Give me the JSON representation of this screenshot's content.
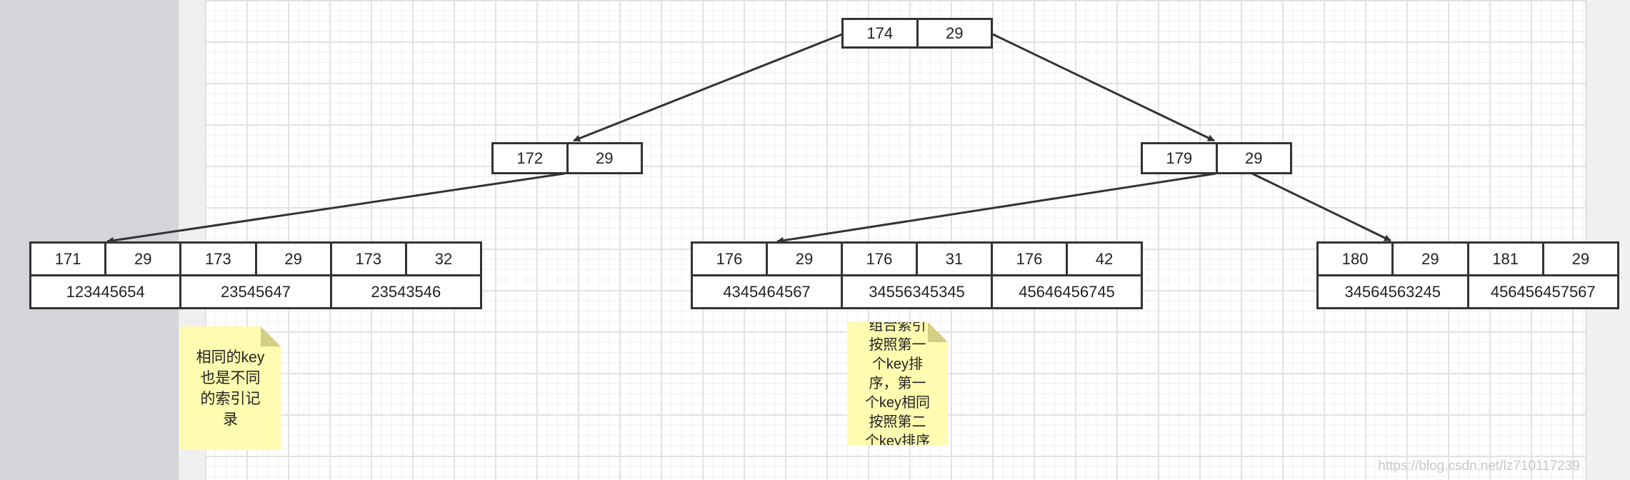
{
  "tree": {
    "root": {
      "keys": [
        "174",
        "29"
      ]
    },
    "mid_left": {
      "keys": [
        "172",
        "29"
      ]
    },
    "mid_right": {
      "keys": [
        "179",
        "29"
      ]
    },
    "leaf_left": {
      "keys": [
        "171",
        "29",
        "173",
        "29",
        "173",
        "32"
      ],
      "records": [
        "123445654",
        "23545647",
        "23543546"
      ]
    },
    "leaf_middle": {
      "keys": [
        "176",
        "29",
        "176",
        "31",
        "176",
        "42"
      ],
      "records": [
        "4345464567",
        "34556345345",
        "45646456745"
      ]
    },
    "leaf_right": {
      "keys": [
        "180",
        "29",
        "181",
        "29"
      ],
      "records": [
        "34564563245",
        "456456457567"
      ]
    }
  },
  "notes": {
    "same_key": "相同的key\n也是不同\n的索引记\n录",
    "composite": "组合索引\n按照第一\n个key排\n序，第一\n个key相同\n按照第二\n个key排序"
  },
  "watermark": "https://blog.csdn.net/lz710117239",
  "colors": {
    "line": "#333333",
    "note": "#fffbb0",
    "note_fold": "#d3cf86"
  }
}
